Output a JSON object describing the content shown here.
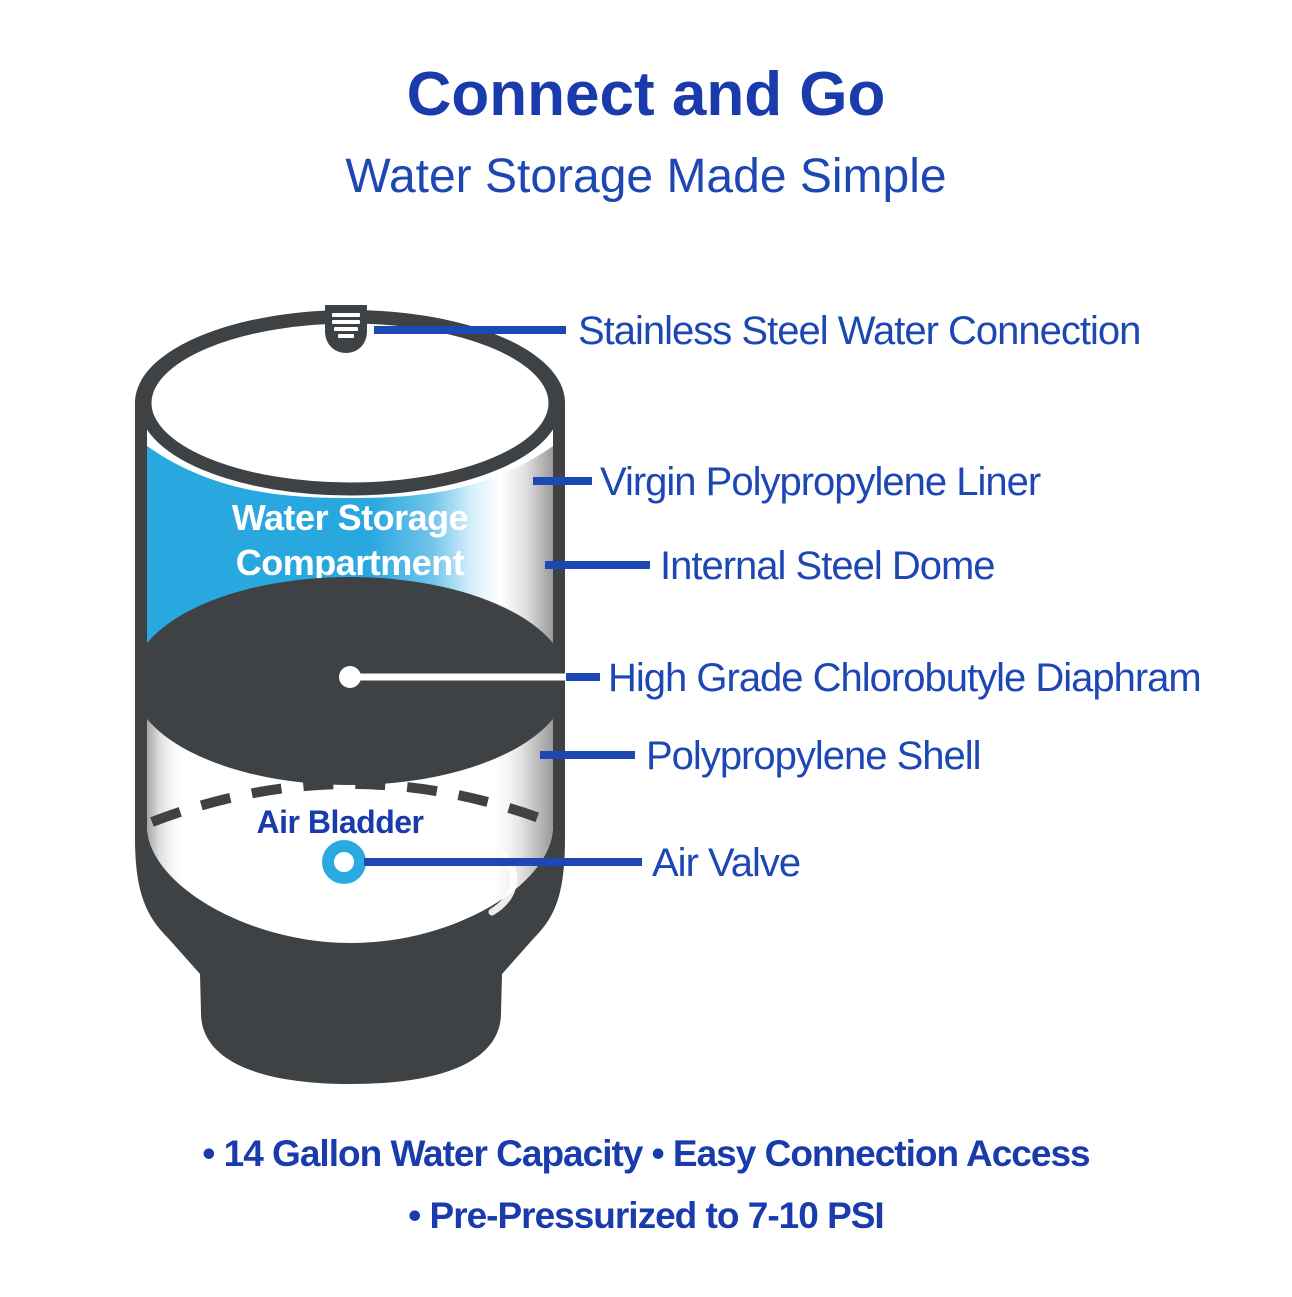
{
  "header": {
    "title": "Connect and Go",
    "subtitle": "Water Storage Made Simple"
  },
  "tank": {
    "compartment_label_line1": "Water Storage",
    "compartment_label_line2": "Compartment",
    "air_bladder_label": "Air Bladder"
  },
  "callouts": [
    {
      "label": "Stainless Steel Water Connection"
    },
    {
      "label": "Virgin Polypropylene Liner"
    },
    {
      "label": "Internal Steel Dome"
    },
    {
      "label": "High Grade Chlorobutyle Diaphram"
    },
    {
      "label": "Polypropylene Shell"
    },
    {
      "label": "Air Valve"
    }
  ],
  "footer": {
    "line1": "• 14 Gallon Water Capacity • Easy Connection Access",
    "line2": "• Pre-Pressurized to 7-10 PSI"
  },
  "colors": {
    "heading_blue": "#1A3BAC",
    "label_blue": "#1D47B2",
    "water_blue": "#29A8DF",
    "valve_cyan": "#29ABE2",
    "tank_gray": "#3F4245"
  }
}
